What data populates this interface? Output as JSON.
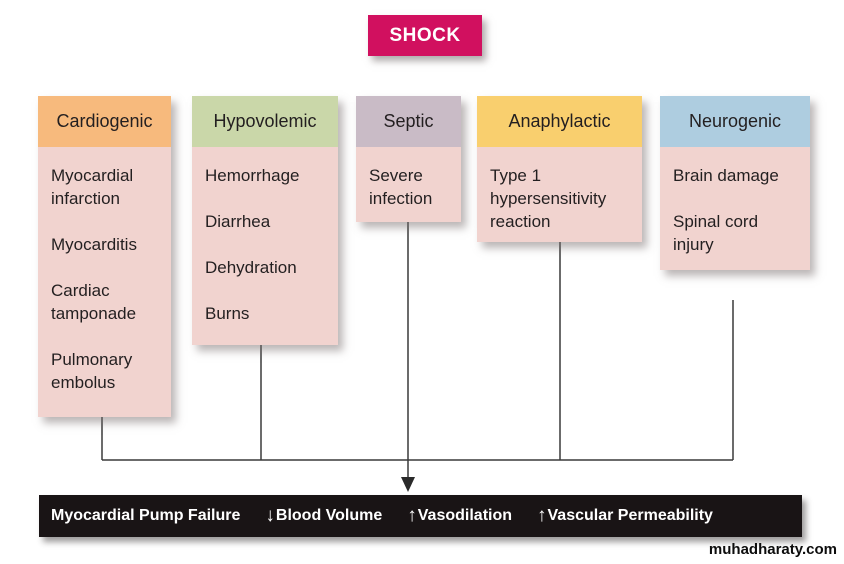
{
  "title": {
    "label": "SHOCK",
    "bg": "#d1105f"
  },
  "columns": [
    {
      "name": "Cardiogenic",
      "header_bg": "#f7ba7d",
      "items": [
        "Myocardial infarction",
        "Myocarditis",
        "Cardiac tamponade",
        "Pulmonary embolus"
      ]
    },
    {
      "name": "Hypovolemic",
      "header_bg": "#cad7a9",
      "items": [
        "Hemorrhage",
        "Diarrhea",
        "Dehydration",
        "Burns"
      ]
    },
    {
      "name": "Septic",
      "header_bg": "#c9bbc6",
      "items": [
        "Severe infection"
      ]
    },
    {
      "name": "Anaphylactic",
      "header_bg": "#f9cf6e",
      "items": [
        "Type 1 hypersensitivity reaction"
      ]
    },
    {
      "name": "Neurogenic",
      "header_bg": "#aecde0",
      "items": [
        "Brain damage",
        "Spinal cord injury"
      ]
    }
  ],
  "outcome_bar": {
    "bg": "#191415",
    "segments": [
      {
        "arrow": "",
        "label": "Myocardial Pump Failure"
      },
      {
        "arrow": "↓",
        "label": "Blood Volume"
      },
      {
        "arrow": "↑",
        "label": "Vasodilation"
      },
      {
        "arrow": "↑",
        "label": "Vascular Permeability"
      }
    ]
  },
  "watermark": "muhadharaty.com",
  "colors": {
    "body_bg": "#f1d3cf",
    "text": "#231f20",
    "line": "#3a3a3a",
    "background": "#ffffff"
  }
}
